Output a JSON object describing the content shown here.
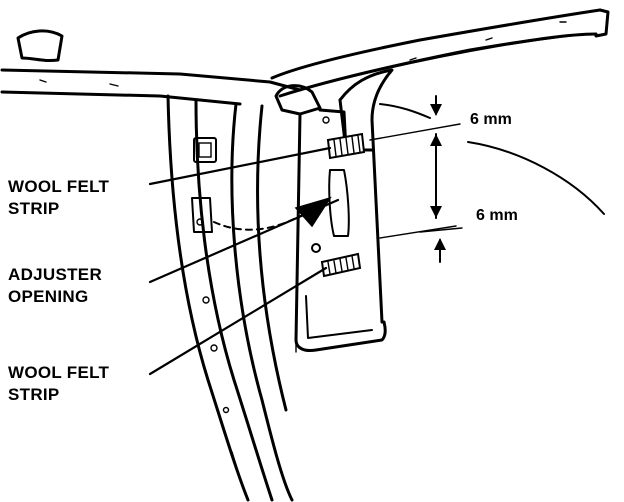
{
  "labels": {
    "wool_felt_strip_upper_line1": "WOOL FELT",
    "wool_felt_strip_upper_line2": "STRIP",
    "adjuster_opening_line1": "ADJUSTER",
    "adjuster_opening_line2": "OPENING",
    "wool_felt_strip_lower_line1": "WOOL FELT",
    "wool_felt_strip_lower_line2": "STRIP",
    "dimension_upper": "6 mm",
    "dimension_lower": "6 mm"
  },
  "colors": {
    "ink": "#000000",
    "paper": "#ffffff"
  }
}
